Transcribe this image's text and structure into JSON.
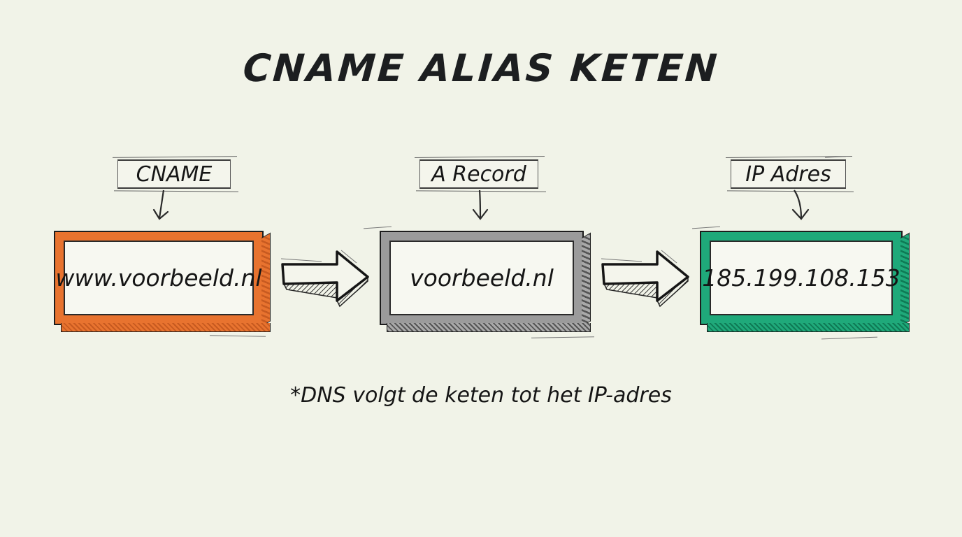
{
  "title": "CNAME ALIAS KETEN",
  "nodes": [
    {
      "label": "CNAME",
      "value": "www.voorbeeld.nl",
      "color": "#e8732f"
    },
    {
      "label": "A Record",
      "value": "voorbeeld.nl",
      "color": "#9b9b9b"
    },
    {
      "label": "IP Adres",
      "value": "185.199.108.153",
      "color": "#1fa97a"
    }
  ],
  "connectors": [
    {
      "icon": "right-arrow-icon",
      "from": "www.voorbeeld.nl",
      "to": "voorbeeld.nl"
    },
    {
      "icon": "right-arrow-icon",
      "from": "voorbeeld.nl",
      "to": "185.199.108.153"
    }
  ],
  "footnote": "*DNS volgt de keten tot het IP-adres",
  "colors": {
    "background": "#f1f3e8",
    "ink": "#1b1d1e",
    "cname": "#e8732f",
    "a_record": "#9b9b9b",
    "ip": "#1fa97a"
  }
}
